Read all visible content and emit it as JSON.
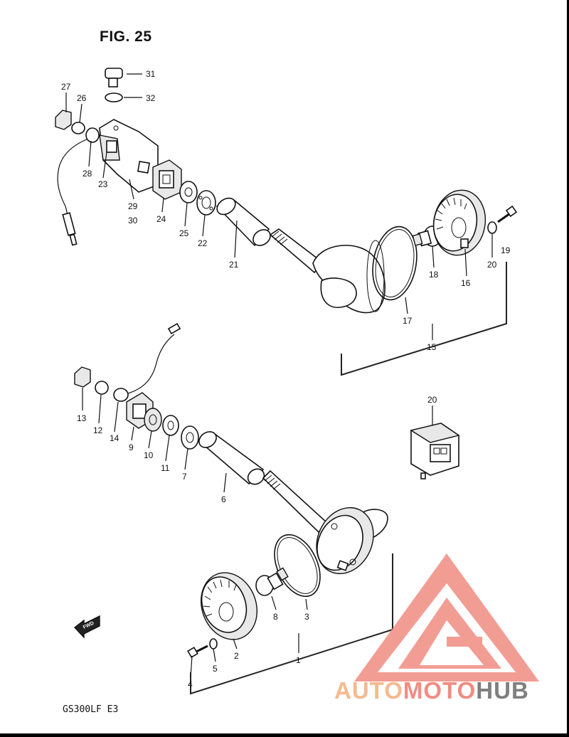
{
  "figure": {
    "title": "FIG. 25",
    "model": "GS300LF  E3",
    "fwd_label": "FWD"
  },
  "watermark": {
    "part1": "AUTO",
    "part2": "MOTO",
    "part3": "HUB",
    "color_orange": "#f6b98e",
    "color_red": "#f08c82",
    "color_gray": "#7f7f7f"
  },
  "callouts": [
    "31",
    "32",
    "27",
    "26",
    "28",
    "23",
    "29",
    "30",
    "24",
    "25",
    "22",
    "21",
    "18",
    "16",
    "17",
    "20",
    "19",
    "15",
    "13",
    "12",
    "14",
    "9",
    "10",
    "11",
    "7",
    "6",
    "20",
    "8",
    "3",
    "2",
    "5",
    "4",
    "1"
  ]
}
